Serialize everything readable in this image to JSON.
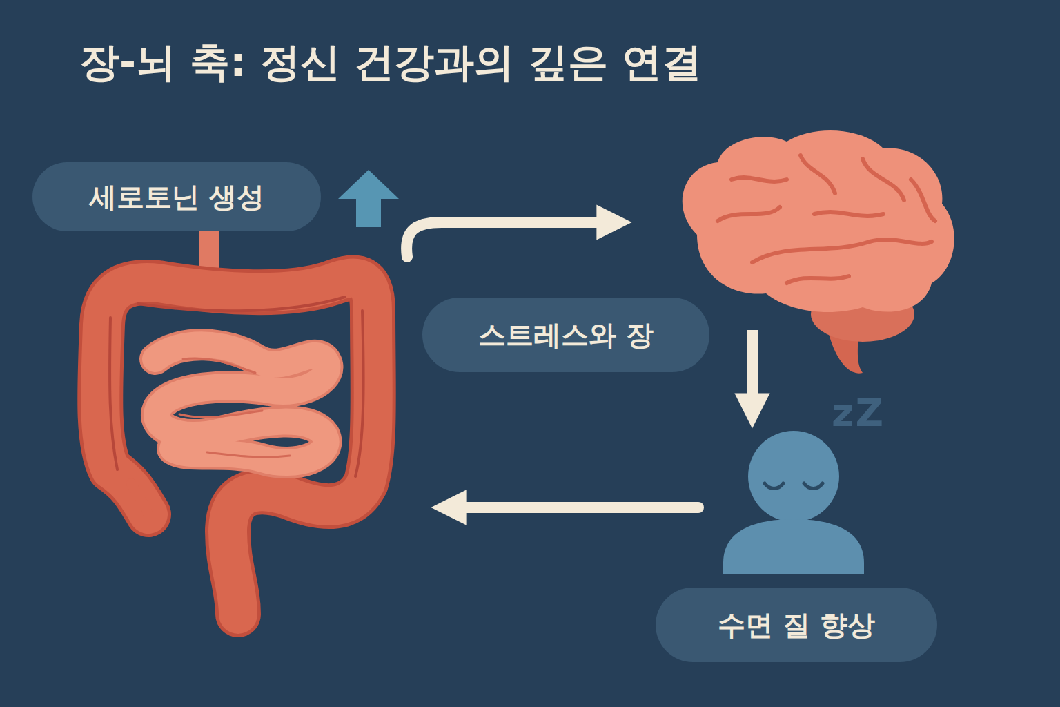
{
  "diagram": {
    "title": "장-뇌 축: 정신 건강과의 깊은 연결",
    "nodes": [
      {
        "text": [
          "세로토닌 생성"
        ]
      },
      {
        "text": [
          "스트레스와 장"
        ]
      },
      {
        "text": [
          "수면 질 향상"
        ]
      }
    ],
    "labels": [
      "zZ"
    ]
  }
}
